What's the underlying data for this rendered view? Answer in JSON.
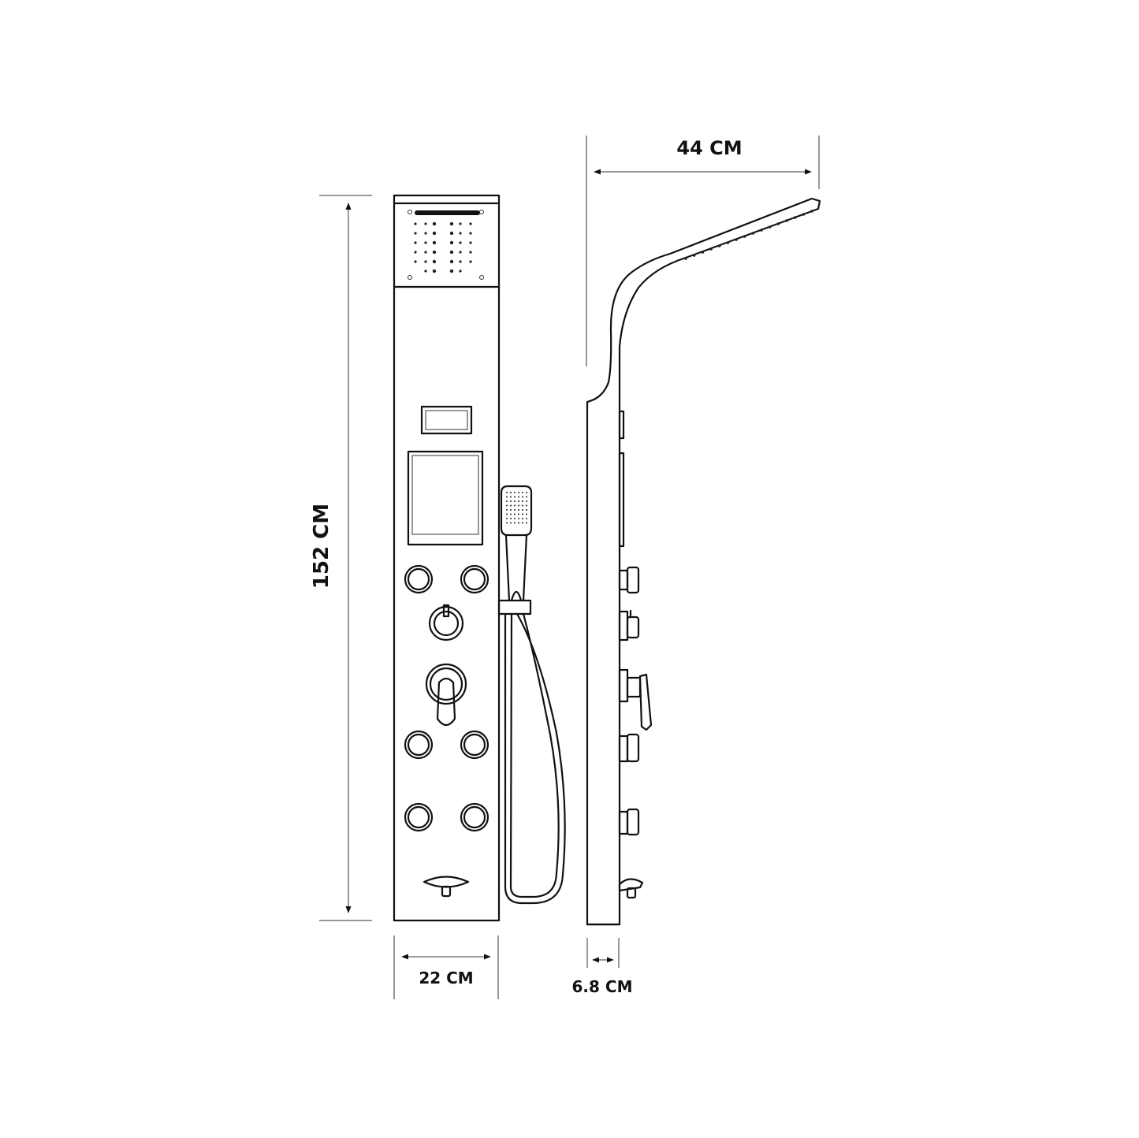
{
  "dimensions": {
    "height": "152 CM",
    "panel_width": "22 CM",
    "arm_reach": "44 CM",
    "panel_depth": "6.8 CM"
  },
  "colors": {
    "line": "#111111",
    "background": "#ffffff"
  }
}
